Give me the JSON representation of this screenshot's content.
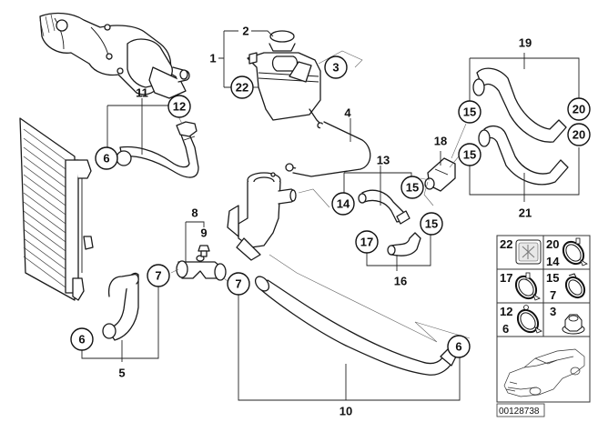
{
  "diagram": {
    "title": "Cooling system – water hoses",
    "reference_number": "00128738",
    "assemblies": [
      {
        "number": "1",
        "components": [
          "2",
          "22"
        ]
      },
      {
        "number": "5",
        "components": [
          "6",
          "7"
        ]
      },
      {
        "number": "8",
        "components": [
          "9"
        ]
      },
      {
        "number": "10",
        "components": [
          "7",
          "6"
        ]
      },
      {
        "number": "11",
        "components": [
          "6",
          "12"
        ]
      },
      {
        "number": "13",
        "components": [
          "14",
          "15"
        ]
      },
      {
        "number": "16",
        "components": [
          "17",
          "15"
        ]
      },
      {
        "number": "19",
        "components": [
          "15",
          "20"
        ]
      },
      {
        "number": "21",
        "components": [
          "15",
          "20"
        ]
      }
    ],
    "labels": {
      "l1": "1",
      "l2": "2",
      "l3": "3",
      "l4": "4",
      "l5": "5",
      "l8": "8",
      "l9": "9",
      "l10": "10",
      "l11": "11",
      "l13": "13",
      "l16": "16",
      "l18": "18",
      "l19": "19",
      "l21": "21"
    },
    "callouts": {
      "c22_tank": "22",
      "c3_tank": "3",
      "c12": "12",
      "c6_upper": "6",
      "c7_left": "7",
      "c6_lower": "6",
      "c7_right": "7",
      "c6_right": "6",
      "c14": "14",
      "c15_a": "15",
      "c15_b": "15",
      "c17": "17",
      "c15_top": "15",
      "c15_mid": "15",
      "c20_top": "20",
      "c20_bot": "20"
    },
    "legend": {
      "cells": [
        {
          "numbers": [
            "22"
          ],
          "icon": "label-sticker-icon"
        },
        {
          "numbers": [
            "20",
            "14"
          ],
          "icon": "hose-clamp-icon"
        },
        {
          "numbers": [
            "17"
          ],
          "icon": "hose-clamp-icon"
        },
        {
          "numbers": [
            "15",
            "7"
          ],
          "icon": "hose-clamp-icon"
        },
        {
          "numbers": [
            "12",
            "6"
          ],
          "icon": "hose-clamp-icon"
        },
        {
          "numbers": [
            "3"
          ],
          "icon": "hex-nut-icon"
        }
      ],
      "vehicle_icon": "car-silhouette-icon"
    }
  }
}
